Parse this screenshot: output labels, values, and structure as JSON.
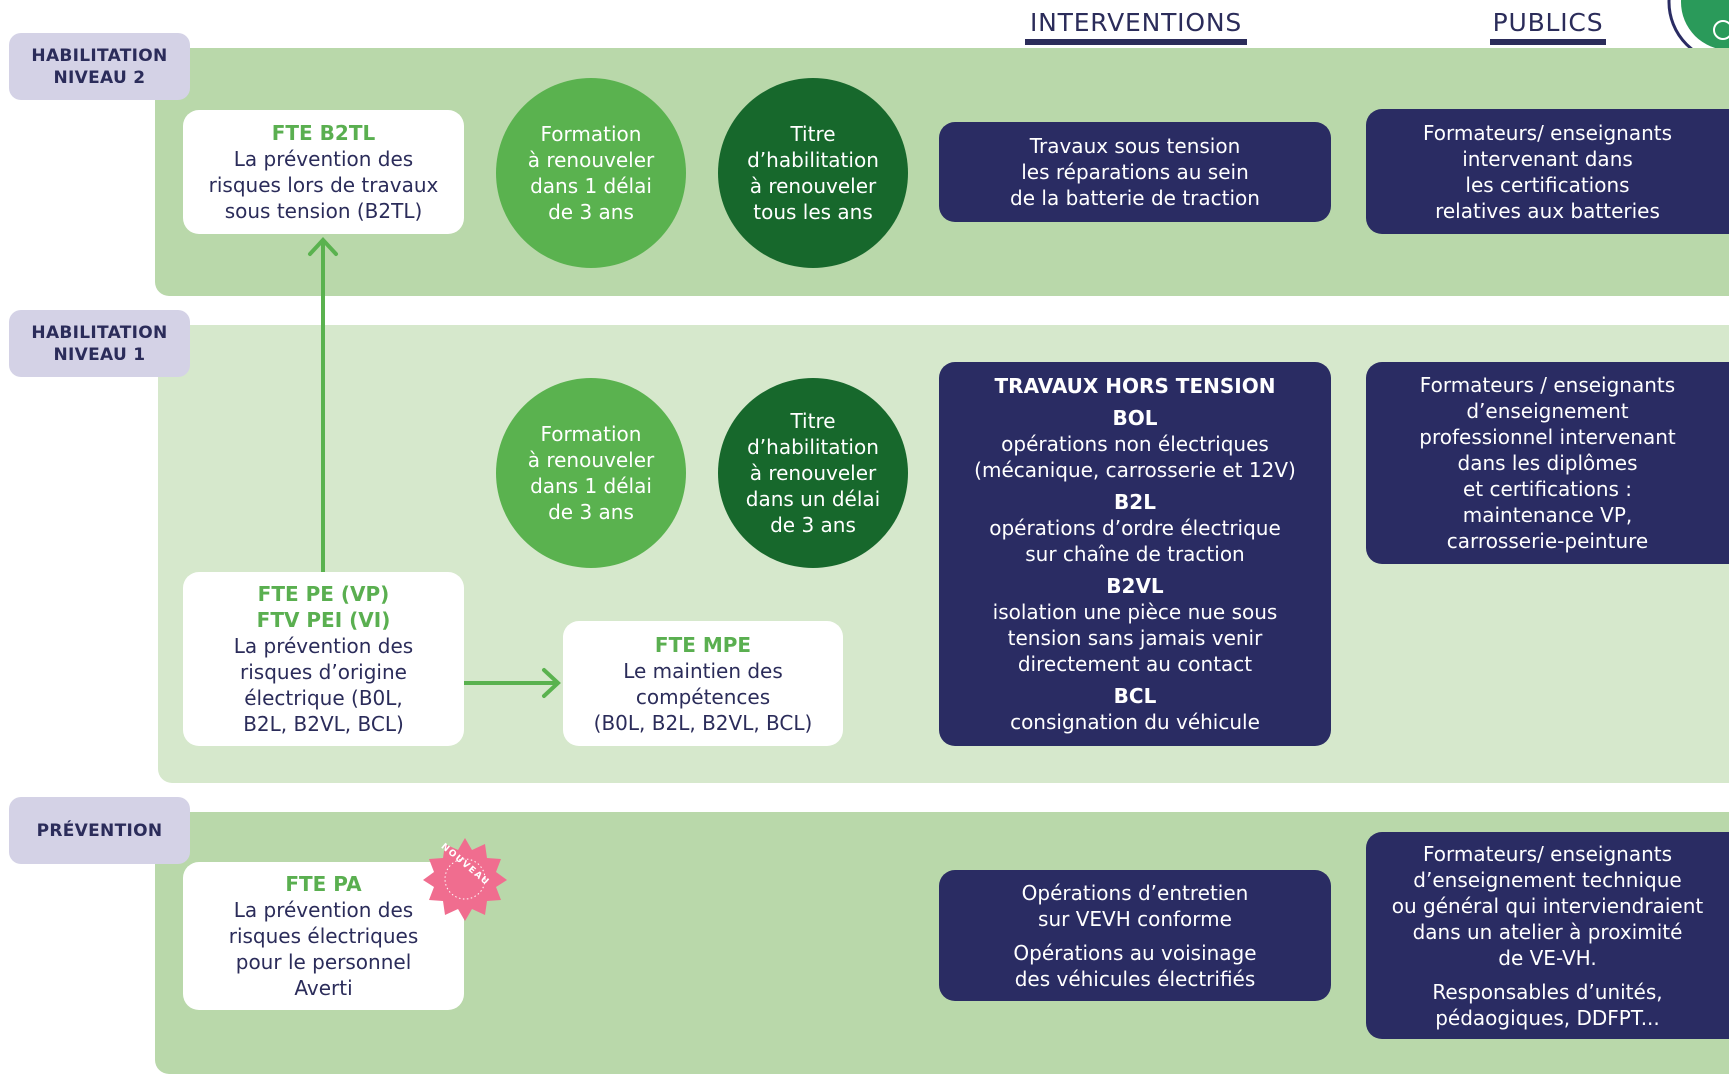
{
  "colors": {
    "band_top": "#b9d8aa",
    "band_mid": "#d6e8cc",
    "band_bottom": "#b9d8aa",
    "tag_bg": "#d4d2e6",
    "navy": "#2a2c63",
    "green_light": "#5ab24f",
    "green_dark": "#17682c",
    "code_green": "#5aaf50",
    "badge_pink": "#f06d8f"
  },
  "headers": {
    "interventions": "INTERVENTIONS",
    "publics": "PUBLICS"
  },
  "rows": {
    "level2": {
      "tag_line1": "HABILITATION",
      "tag_line2": "NIVEAU 2",
      "card": {
        "code": "FTE B2TL",
        "lines": [
          "La prévention des",
          "risques lors de travaux",
          "sous tension (B2TL)"
        ]
      },
      "circle_formation": [
        "Formation",
        "à renouveler",
        "dans 1 délai",
        "de 3 ans"
      ],
      "circle_titre": [
        "Titre",
        "d’habilitation",
        "à renouveler",
        "tous les ans"
      ],
      "intervention": [
        "Travaux sous tension",
        "les réparations au sein",
        "de la batterie de traction"
      ],
      "publics": [
        "Formateurs/ enseignants",
        "intervenant dans",
        "les certifications",
        "relatives aux batteries"
      ]
    },
    "level1": {
      "tag_line1": "HABILITATION",
      "tag_line2": "NIVEAU 1",
      "card": {
        "code1": "FTE PE (VP)",
        "code2": "FTV PEI (VI)",
        "lines": [
          "La prévention des",
          "risques d’origine",
          "électrique (B0L,",
          "B2L, B2VL, BCL)"
        ]
      },
      "card_mpe": {
        "code": "FTE MPE",
        "lines": [
          "Le maintien des",
          "compétences",
          "(B0L, B2L, B2VL, BCL)"
        ]
      },
      "circle_formation": [
        "Formation",
        "à renouveler",
        "dans 1 délai",
        "de 3 ans"
      ],
      "circle_titre": [
        "Titre",
        "d’habilitation",
        "à renouveler",
        "dans un délai",
        "de 3 ans"
      ],
      "intervention": {
        "title": "TRAVAUX HORS TENSION",
        "items": [
          {
            "code": "BOL",
            "lines": [
              "opérations non électriques",
              "(mécanique, carrosserie et 12V)"
            ]
          },
          {
            "code": "B2L",
            "lines": [
              "opérations d’ordre électrique",
              "sur chaîne de traction"
            ]
          },
          {
            "code": "B2VL",
            "lines": [
              "isolation une pièce nue sous",
              "tension sans jamais venir",
              "directement au contact"
            ]
          },
          {
            "code": "BCL",
            "lines": [
              "consignation du véhicule"
            ]
          }
        ]
      },
      "publics": [
        "Formateurs / enseignants",
        "d’enseignement",
        "professionnel intervenant",
        "dans les diplômes",
        "et certifications :",
        "maintenance VP,",
        "carrosserie-peinture"
      ]
    },
    "prevention": {
      "tag_line1": "PRÉVENTION",
      "card": {
        "code": "FTE PA",
        "lines": [
          "La prévention des",
          "risques électriques",
          "pour le personnel",
          "Averti"
        ]
      },
      "badge": "NOUVEAU",
      "intervention": {
        "para1": [
          "Opérations d’entretien",
          "sur VEVH conforme"
        ],
        "para2": [
          "Opérations au voisinage",
          "des véhicules électrifiés"
        ]
      },
      "publics": {
        "para1": [
          "Formateurs/ enseignants",
          "d’enseignement technique",
          "ou général qui interviendraient",
          "dans un atelier à proximité",
          "de VE-VH."
        ],
        "para2": [
          "Responsables d’unités,",
          "pédaogiques, DDFPT..."
        ]
      }
    }
  }
}
